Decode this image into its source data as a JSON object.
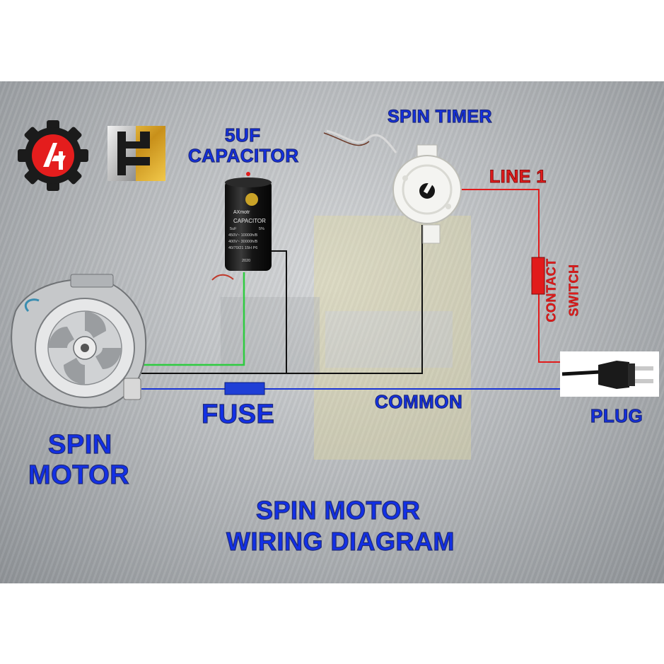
{
  "labels": {
    "capacitor_line1": "5UF",
    "capacitor_line2": "CAPACITOR",
    "spin_timer": "SPIN TIMER",
    "line1": "LINE 1",
    "contact_switch_line1": "CONTACT",
    "contact_switch_line2": "SWITCH",
    "fuse": "FUSE",
    "common": "COMMON",
    "plug": "PLUG",
    "spin_motor_line1": "SPIN",
    "spin_motor_line2": "MOTOR",
    "title_line1": "SPIN MOTOR",
    "title_line2": "WIRING DIAGRAM"
  },
  "capacitor_text": {
    "brand": "AXmotr",
    "model": "CAPACITOR",
    "rating_left": "5uF",
    "rating_right": "5%",
    "spec1": "450V~ 10000h/B",
    "spec2": "400V~ 30000h/B",
    "spec3": "40/70/21 15H P6",
    "year": "2020"
  },
  "colors": {
    "label_blue": "#1230e6",
    "label_red": "#e11b1b",
    "wire_green": "#2ecc40",
    "wire_black": "#111111",
    "wire_blue": "#1a35d6",
    "wire_red": "#e11b1b",
    "fuse_blue": "#1f3fd6",
    "switch_red": "#e11b1b"
  },
  "icons": [
    "gear-logo-icon",
    "te-logo-icon"
  ]
}
